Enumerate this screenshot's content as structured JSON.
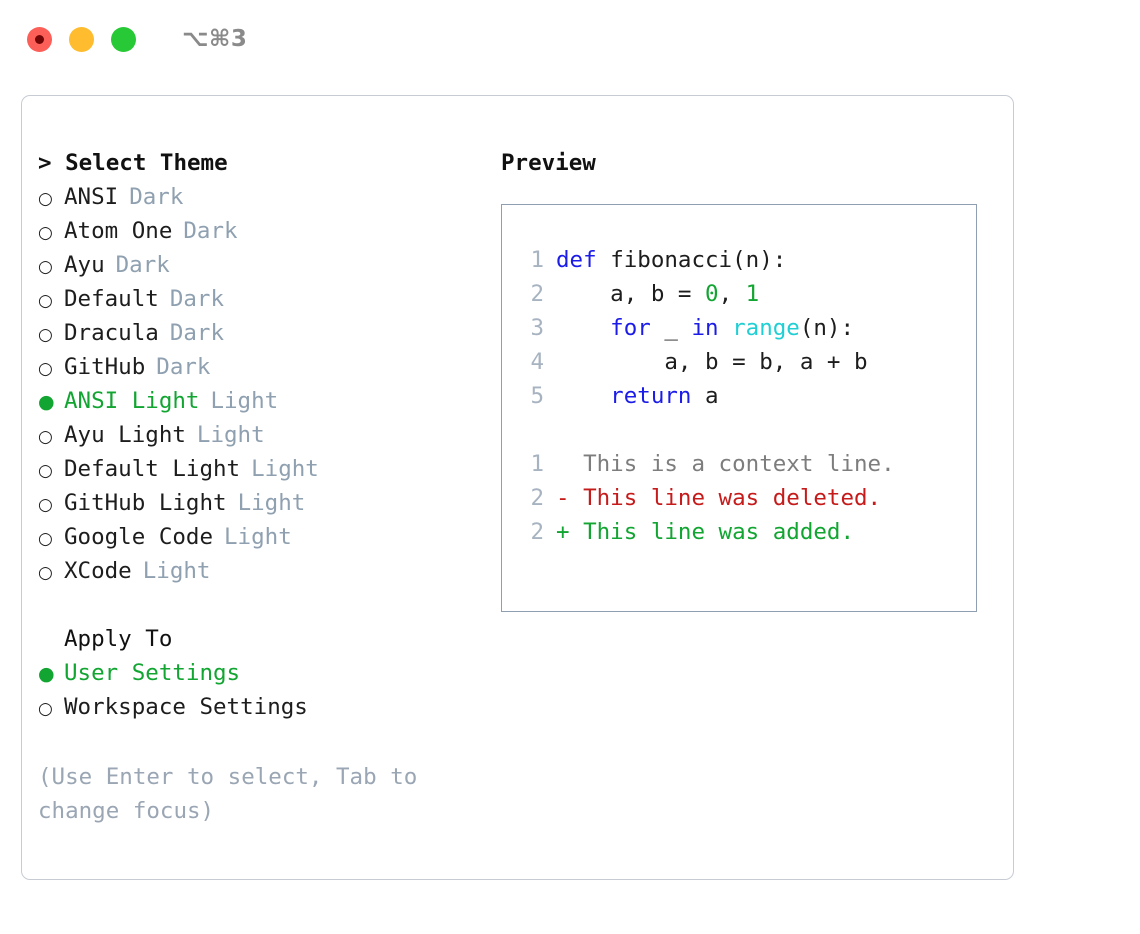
{
  "titlebar": {
    "lights": [
      {
        "name": "close-button",
        "color": "#fc5f58"
      },
      {
        "name": "minimize-button",
        "color": "#febc2e"
      },
      {
        "name": "maximize-button",
        "color": "#27ca36"
      }
    ],
    "shortcut": "⌥⌘3"
  },
  "theme_picker": {
    "header": "> Select Theme",
    "selected_index": 6,
    "items": [
      {
        "marker": "○",
        "label": "ANSI",
        "tag": "Dark",
        "selected": false
      },
      {
        "marker": "○",
        "label": "Atom One",
        "tag": "Dark",
        "selected": false
      },
      {
        "marker": "○",
        "label": "Ayu",
        "tag": "Dark",
        "selected": false
      },
      {
        "marker": "○",
        "label": "Default",
        "tag": "Dark",
        "selected": false
      },
      {
        "marker": "○",
        "label": "Dracula",
        "tag": "Dark",
        "selected": false
      },
      {
        "marker": "○",
        "label": "GitHub",
        "tag": "Dark",
        "selected": false
      },
      {
        "marker": "●",
        "label": "ANSI Light",
        "tag": "Light",
        "selected": true
      },
      {
        "marker": "○",
        "label": "Ayu Light",
        "tag": "Light",
        "selected": false
      },
      {
        "marker": "○",
        "label": "Default Light",
        "tag": "Light",
        "selected": false
      },
      {
        "marker": "○",
        "label": "GitHub Light",
        "tag": "Light",
        "selected": false
      },
      {
        "marker": "○",
        "label": "Google Code",
        "tag": "Light",
        "selected": false
      },
      {
        "marker": "○",
        "label": "XCode",
        "tag": "Light",
        "selected": false
      }
    ]
  },
  "apply_to": {
    "header": "Apply To",
    "items": [
      {
        "marker": "●",
        "label": "User Settings",
        "selected": true
      },
      {
        "marker": "○",
        "label": "Workspace Settings",
        "selected": false
      }
    ]
  },
  "hint": "(Use Enter to select, Tab to change focus)",
  "preview": {
    "title": "Preview",
    "code_lines": [
      {
        "num": "1",
        "tokens": [
          {
            "text": "def ",
            "cls": "tok-kw"
          },
          {
            "text": "fibonacci(n):",
            "cls": "tok-txt"
          }
        ]
      },
      {
        "num": "2",
        "tokens": [
          {
            "text": "    a, b = ",
            "cls": "tok-txt"
          },
          {
            "text": "0",
            "cls": "tok-num"
          },
          {
            "text": ", ",
            "cls": "tok-txt"
          },
          {
            "text": "1",
            "cls": "tok-num"
          }
        ]
      },
      {
        "num": "3",
        "tokens": [
          {
            "text": "    for",
            "cls": "tok-kw"
          },
          {
            "text": " _ ",
            "cls": "tok-txt"
          },
          {
            "text": "in ",
            "cls": "tok-kw"
          },
          {
            "text": "range",
            "cls": "tok-fn"
          },
          {
            "text": "(n):",
            "cls": "tok-txt"
          }
        ]
      },
      {
        "num": "4",
        "tokens": [
          {
            "text": "        a, b = b, a + b",
            "cls": "tok-txt"
          }
        ]
      },
      {
        "num": "5",
        "tokens": [
          {
            "text": "    return",
            "cls": "tok-kw"
          },
          {
            "text": " a",
            "cls": "tok-txt"
          }
        ]
      }
    ],
    "diff_lines": [
      {
        "num": "1",
        "text": "  This is a context line.",
        "cls": "tok-ctx"
      },
      {
        "num": "2",
        "text": "- This line was deleted.",
        "cls": "tok-del"
      },
      {
        "num": "2",
        "text": "+ This line was added.",
        "cls": "tok-add"
      }
    ]
  },
  "colors": {
    "accent_green": "#12a532",
    "keyword_blue": "#1c1ce8",
    "function_cyan": "#1fcfd4",
    "diff_red": "#c61b1b",
    "muted_gray": "#8fa0b0",
    "border": "#c7ccd4",
    "preview_border": "#8f9fb1"
  }
}
